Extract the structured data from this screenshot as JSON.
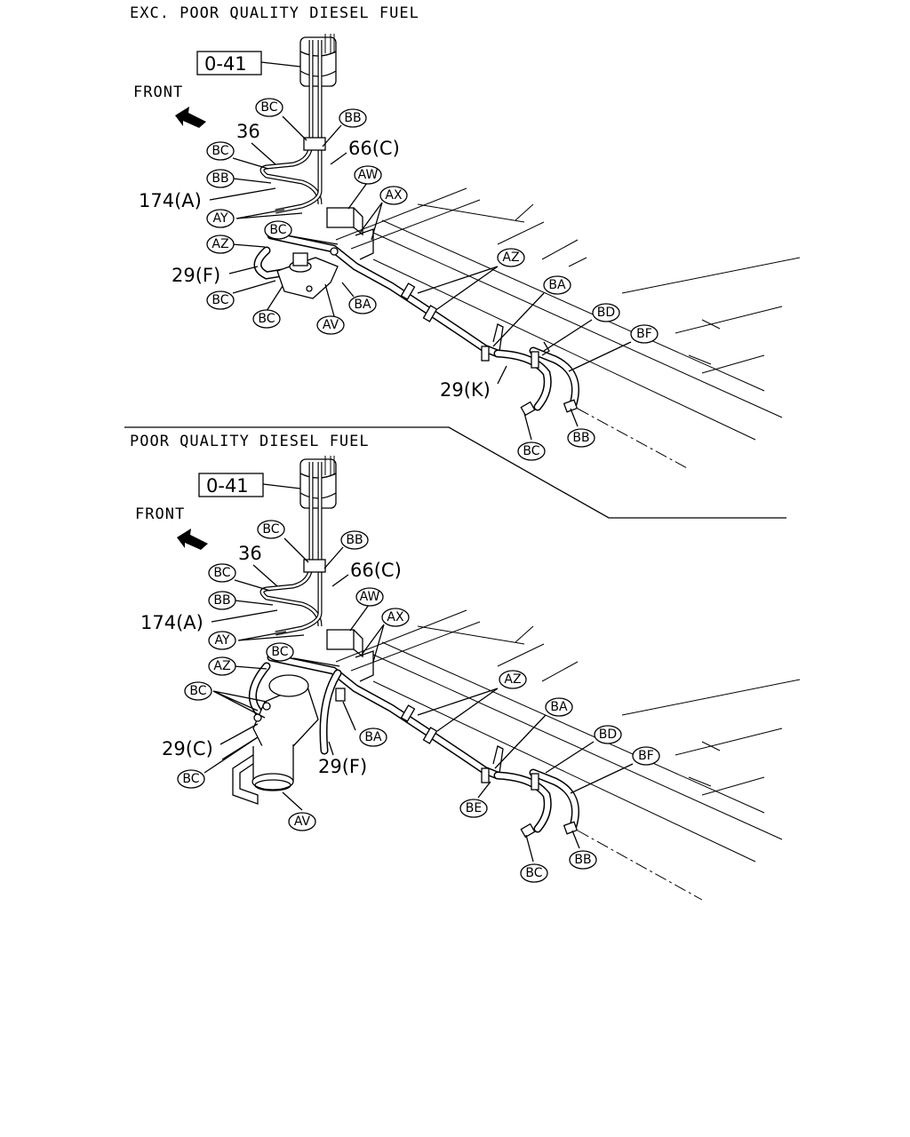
{
  "sections": [
    {
      "title": "EXC. POOR QUALITY DIESEL FUEL",
      "ref_box": "0-41",
      "front": "FRONT",
      "numbers": {
        "n36": "36",
        "n66c": "66(C)",
        "n174a": "174(A)",
        "n29f": "29(F)",
        "n29k": "29(K)"
      },
      "callouts": {
        "bc1": "BC",
        "bb1": "BB",
        "bc2": "BC",
        "bb2": "BB",
        "aw": "AW",
        "ax": "AX",
        "ay": "AY",
        "bc3": "BC",
        "az1": "AZ",
        "bc4": "BC",
        "bc5": "BC",
        "av": "AV",
        "ba1": "BA",
        "az2": "AZ",
        "ba2": "BA",
        "bd": "BD",
        "bf": "BF",
        "bc6": "BC",
        "bb3": "BB"
      }
    },
    {
      "title": "POOR QUALITY DIESEL FUEL",
      "ref_box": "0-41",
      "front": "FRONT",
      "numbers": {
        "n36": "36",
        "n66c": "66(C)",
        "n174a": "174(A)",
        "n29c": "29(C)",
        "n29f": "29(F)"
      },
      "callouts": {
        "bc1": "BC",
        "bb1": "BB",
        "bc2": "BC",
        "bb2": "BB",
        "aw": "AW",
        "ax": "AX",
        "ay": "AY",
        "bc3": "BC",
        "az1": "AZ",
        "bc4": "BC",
        "bc5": "BC",
        "av": "AV",
        "ba1": "BA",
        "az2": "AZ",
        "ba2": "BA",
        "bd": "BD",
        "bf": "BF",
        "be": "BE",
        "bc6": "BC",
        "bb3": "BB"
      }
    }
  ]
}
